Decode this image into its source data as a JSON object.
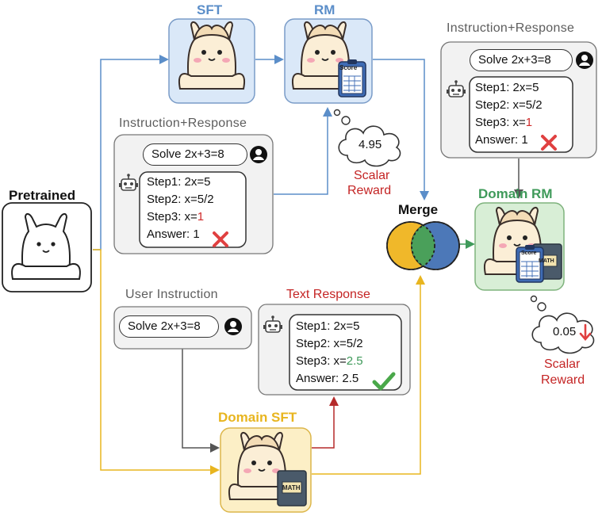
{
  "labels": {
    "sft": "SFT",
    "rm": "RM",
    "pretrained": "Pretrained",
    "merge": "Merge",
    "domain_rm": "Domain RM",
    "domain_sft": "Domain SFT",
    "user_instruction": "User Instruction",
    "text_response": "Text Response",
    "instr_resp_left": "Instruction+Response",
    "instr_resp_right": "Instruction+Response",
    "scalar_reward_top": [
      "Scalar",
      "Reward"
    ],
    "scalar_reward_bottom": [
      "Scalar",
      "Reward"
    ],
    "score_top": "4.95",
    "score_bottom": "0.05",
    "badge_score": "Score",
    "badge_math": "MATH"
  },
  "questions": {
    "left": "Solve 2x+3=8",
    "right": "Solve 2x+3=8",
    "user": "Solve 2x+3=8"
  },
  "wrong_solution": {
    "step1": "Step1: 2x=5",
    "step2": "Step2: x=5/2",
    "step3_prefix": "Step3: x=",
    "step3_value": "1",
    "answer_prefix": "Answer: ",
    "answer_value": "1"
  },
  "right_solution": {
    "step1": "Step1: 2x=5",
    "step2": "Step2: x=5/2",
    "step3_prefix": "Step3: x=",
    "step3_value": "2.5",
    "answer_prefix": "Answer: ",
    "answer_value": "2.5"
  },
  "colors": {
    "blue_line": "#5b8ec9",
    "gold_line": "#e8b51f",
    "green_line": "#3f9a5a",
    "red_line": "#b52a2a",
    "gray_line": "#555555"
  }
}
